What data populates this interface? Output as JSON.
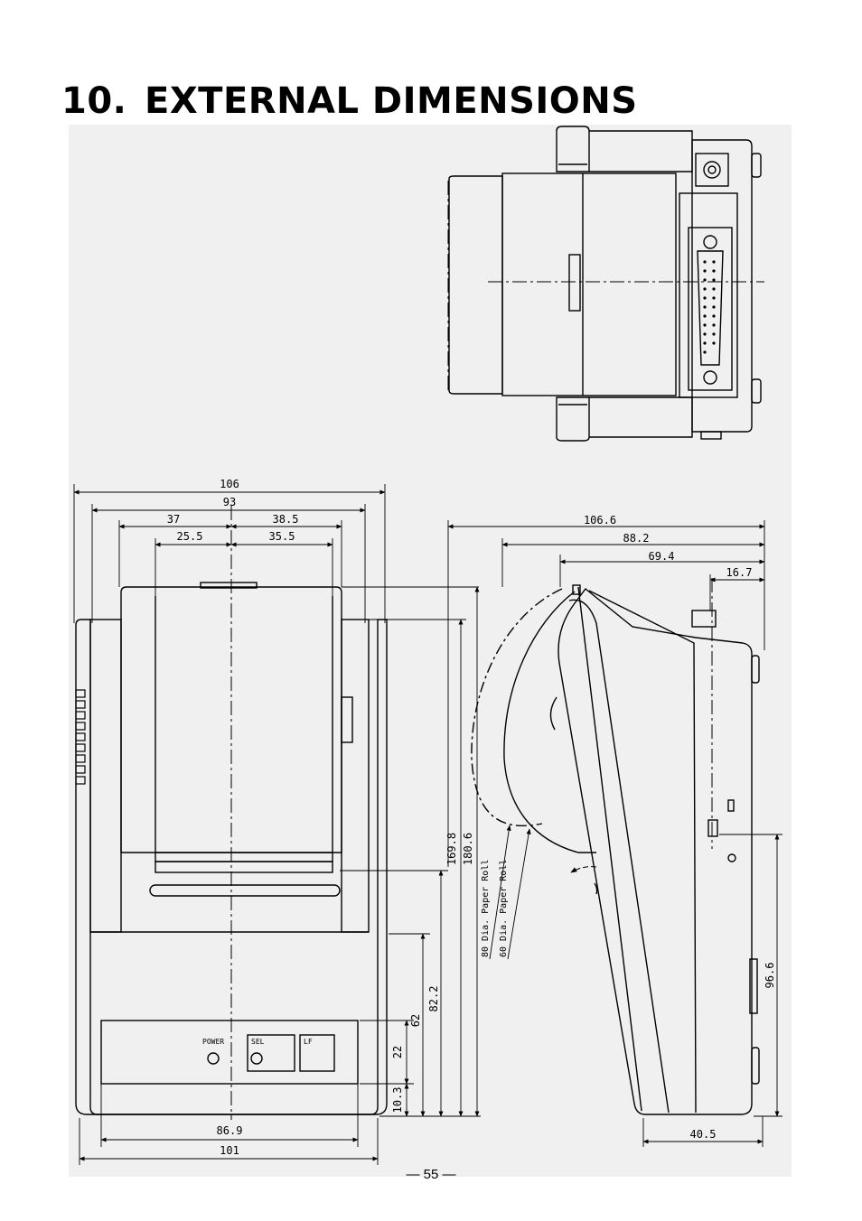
{
  "page": {
    "section_number": "10.",
    "section_title": "EXTERNAL DIMENSIONS",
    "page_number": "— 55 —"
  },
  "front_view": {
    "panel_labels": {
      "power": "POWER",
      "sel": "SEL",
      "lf": "LF"
    },
    "dimensions": {
      "overall_width": "106",
      "inner_width": "93",
      "left_offset": "37",
      "right_offset": "38.5",
      "left_inner": "25.5",
      "right_inner": "35.5",
      "base_width": "101",
      "base_inner_width": "86.9",
      "base_height": "10.3",
      "panel_height": "22",
      "cover_top_height": "62",
      "slot_height": "82.2",
      "body_height": "169.8",
      "overall_height": "180.6"
    }
  },
  "side_view": {
    "dimensions": {
      "overall_depth": "106.6",
      "body_depth": "88.2",
      "cover_depth": "69.4",
      "connector_offset": "16.7",
      "rear_height": "96.6",
      "base_depth": "40.5"
    },
    "paper_roll_labels": {
      "large": "80 Dia. Paper Roll",
      "small": "60 Dia. Paper Roll"
    }
  }
}
